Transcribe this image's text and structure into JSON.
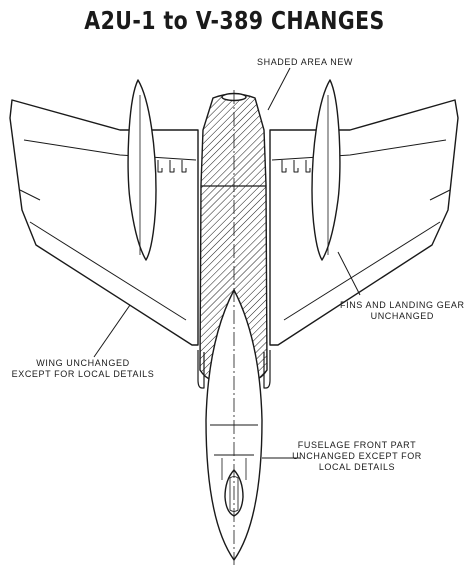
{
  "title": "A2U-1 to V-389 CHANGES",
  "labels": {
    "shaded": "SHADED AREA NEW",
    "fins_line1": "FINS AND LANDING GEAR",
    "fins_line2": "UNCHANGED",
    "wing_line1": "WING UNCHANGED",
    "wing_line2": "EXCEPT FOR LOCAL DETAILS",
    "fuselage_line1": "FUSELAGE FRONT PART",
    "fuselage_line2": "UNCHANGED EXCEPT FOR",
    "fuselage_line3": "LOCAL DETAILS"
  },
  "colors": {
    "ink": "#1a1a1a",
    "paper": "#ffffff"
  }
}
